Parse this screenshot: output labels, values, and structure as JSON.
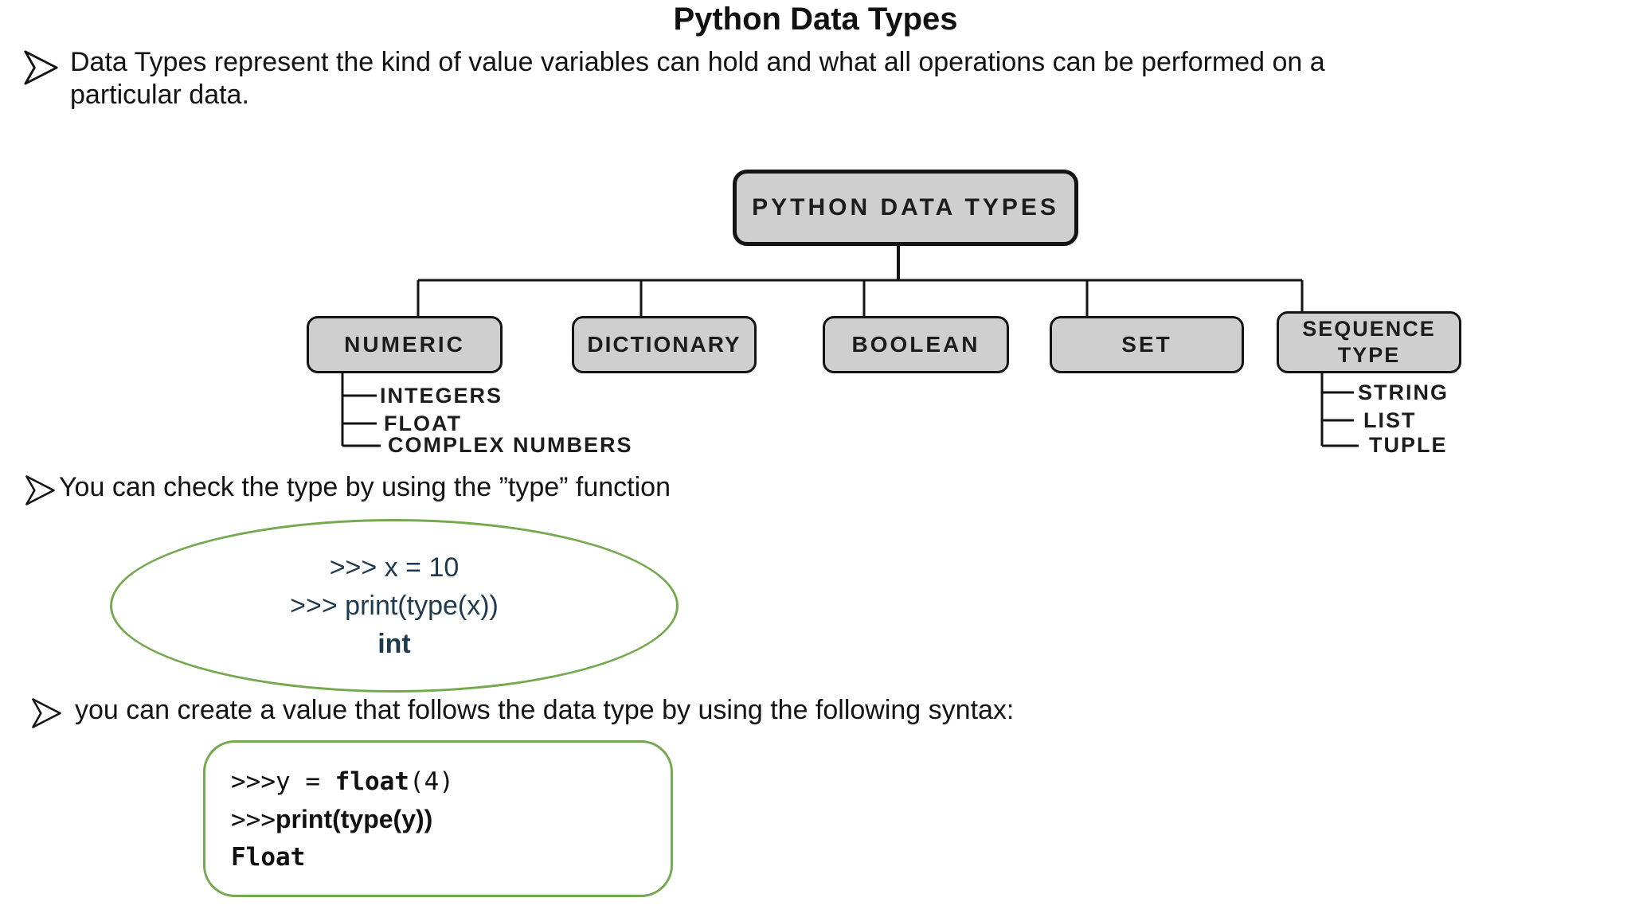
{
  "slide": {
    "title": "Python Data Types",
    "bullet1": "Data Types represent the kind of value variables can hold and what all operations can be performed on a particular data.",
    "bullet2": "You can check the type by using the ”type” function",
    "bullet3": "you can create a value that follows the data type by using the following syntax:"
  },
  "diagram": {
    "root_label": "PYTHON DATA TYPES",
    "level1": [
      "NUMERIC",
      "DICTIONARY",
      "BOOLEAN",
      "SET",
      "SEQUENCE TYPE"
    ],
    "numeric_children": [
      "INTEGERS",
      "FLOAT",
      "COMPLEX NUMBERS"
    ],
    "sequence_children": [
      "STRING",
      "LIST",
      "TUPLE"
    ]
  },
  "code_example_1": {
    "line1": ">>> x = 10",
    "line2": ">>> print(type(x))",
    "result": "int"
  },
  "code_example_2": {
    "line1_prompt": ">>>y = ",
    "line1_keyword": "float",
    "line1_args": "(4)",
    "line2_prompt": ">>>",
    "line2_code": "print(type(y))",
    "result": "Float"
  },
  "icons": {
    "bullet_arrow": "right-arrowhead-outline"
  },
  "colors": {
    "accent_green": "#74a94f",
    "code_text_navy": "#1d3a4e",
    "node_fill_gray": "#cfcfcf",
    "node_border": "#141414"
  }
}
